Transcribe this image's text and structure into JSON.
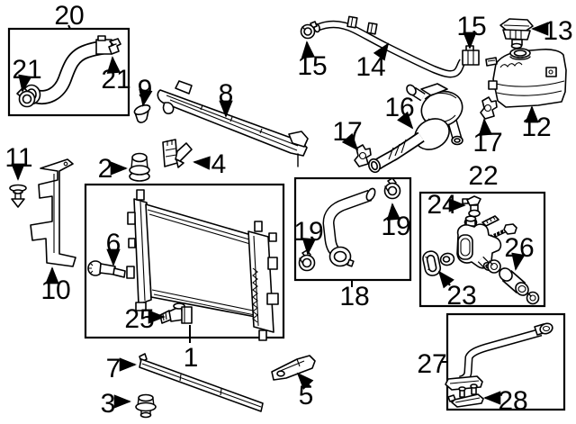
{
  "colors": {
    "background": "#ffffff",
    "line_art": "#000000",
    "label_text": "#000000"
  },
  "callouts": {
    "c20": {
      "label": "20"
    },
    "c21_left": {
      "label": "21"
    },
    "c21_right": {
      "label": "21"
    },
    "c9": {
      "label": "9"
    },
    "c8": {
      "label": "8"
    },
    "c2": {
      "label": "2"
    },
    "c4": {
      "label": "4"
    },
    "c11": {
      "label": "11"
    },
    "c10": {
      "label": "10"
    },
    "c6": {
      "label": "6"
    },
    "c1": {
      "label": "1"
    },
    "c25": {
      "label": "25"
    },
    "c7": {
      "label": "7"
    },
    "c3": {
      "label": "3"
    },
    "c5": {
      "label": "5"
    },
    "c14": {
      "label": "14"
    },
    "c15_left": {
      "label": "15"
    },
    "c15_right": {
      "label": "15"
    },
    "c13": {
      "label": "13"
    },
    "c12": {
      "label": "12"
    },
    "c17_right": {
      "label": "17"
    },
    "c16": {
      "label": "16"
    },
    "c17_left": {
      "label": "17"
    },
    "c19_left": {
      "label": "19"
    },
    "c19_right": {
      "label": "19"
    },
    "c18": {
      "label": "18"
    },
    "c22": {
      "label": "22"
    },
    "c24": {
      "label": "24"
    },
    "c23": {
      "label": "23"
    },
    "c26": {
      "label": "26"
    },
    "c27": {
      "label": "27"
    },
    "c28": {
      "label": "28"
    }
  }
}
